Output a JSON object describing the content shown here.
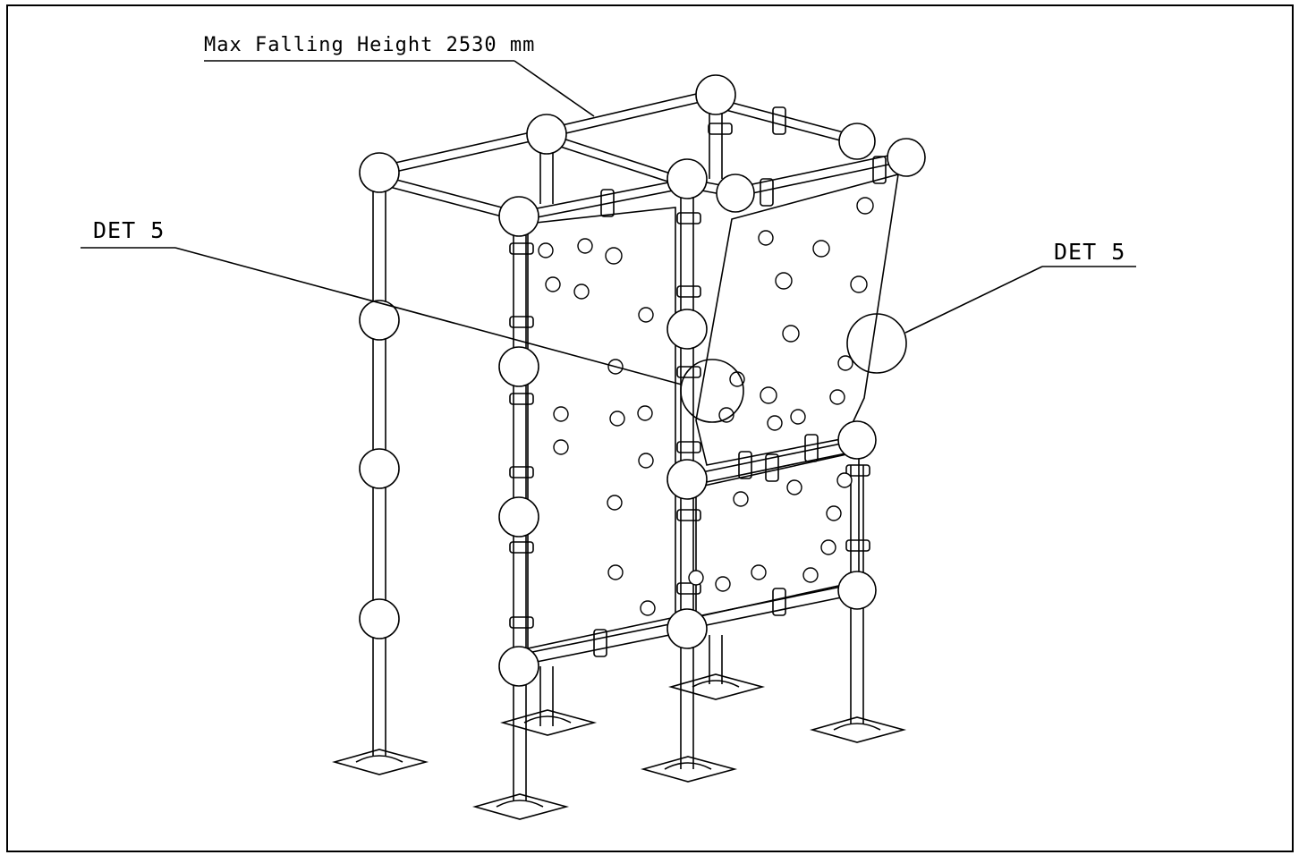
{
  "annotations": {
    "max_falling_height": "Max Falling Height 2530 mm",
    "detail_left": "DET 5",
    "detail_right": "DET 5"
  },
  "style": {
    "line_color": "#000000",
    "background": "#ffffff"
  }
}
